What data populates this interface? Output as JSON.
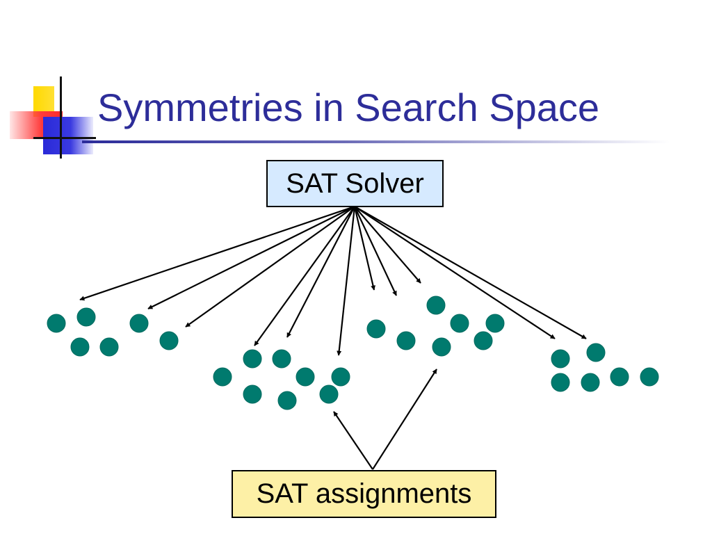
{
  "slide": {
    "title": "Symmetries in Search Space"
  },
  "diagram": {
    "solver_label": "SAT Solver",
    "assignments_label": "SAT assignments",
    "node_color": "#007a6e",
    "solver_box_color": "#d6eaff",
    "assignments_box_color": "#fdf0a6",
    "title_color": "#2d2d99"
  }
}
